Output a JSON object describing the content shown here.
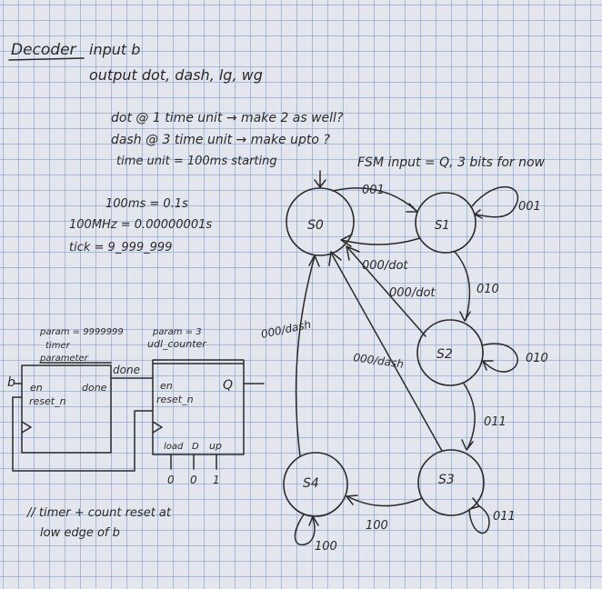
{
  "notes": {
    "title": "Decoder",
    "input": "input b",
    "output": "output dot, dash, lg, wg",
    "dot_note": "dot @ 1 time unit → make 2 as well?",
    "dash_note": "dash @ 3 time unit → make upto ?",
    "time_unit": "time unit = 100ms starting",
    "calc1": "100ms = 0.1s",
    "calc2": "100MHz = 0.00000001s",
    "calc3": "tick = 9_999_999",
    "fsm_header": "FSM input = Q, 3 bits for now",
    "reset_note1": "// timer + count reset at",
    "reset_note2": "low edge of b"
  },
  "circuit": {
    "timer_param": "param = 9999999",
    "timer_name": "timer",
    "timer_name2": "parameter",
    "timer_en": "en",
    "timer_done": "done",
    "timer_reset": "reset_n",
    "counter_param": "param = 3",
    "counter_name": "udl_counter",
    "counter_en": "en",
    "counter_reset": "reset_n",
    "counter_q": "Q",
    "counter_load": "load",
    "counter_d": "D",
    "counter_up": "up",
    "wire_done": "done",
    "input_b": "b",
    "bits": [
      "0",
      "0",
      "1"
    ]
  },
  "fsm": {
    "states": {
      "s0": "S0",
      "s1": "S1",
      "s2": "S2",
      "s3": "S3",
      "s4": "S4"
    },
    "transitions": {
      "s0_s1": "001",
      "s1_self": "001",
      "s1_s0": "000/dot",
      "s2_s0": "000/dot",
      "s1_s2": "010",
      "s2_self": "010",
      "s3_s0": "000/dash",
      "s4_s0": "000/dash",
      "s2_s3": "011",
      "s3_self": "011",
      "s3_s4": "100",
      "s4_self": "100"
    }
  }
}
